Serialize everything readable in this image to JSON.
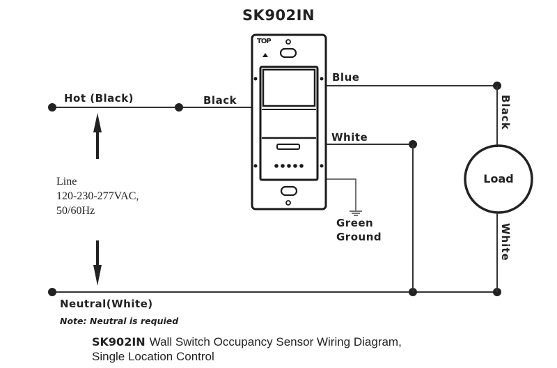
{
  "title": "SK902IN",
  "device": {
    "top_marker": "TOP",
    "led_count": 5
  },
  "wires": {
    "hot_label": "Hot (Black)",
    "black_label": "Black",
    "blue_label": "Blue",
    "white_label": "White",
    "load_black_label": "Black",
    "load_white_label": "White",
    "neutral_label": "Neutral(White)",
    "ground_line1": "Green",
    "ground_line2": "Ground"
  },
  "line_supply": {
    "line1": "Line",
    "line2": "120-230-277VAC,",
    "line3": "50/60Hz"
  },
  "load_label": "Load",
  "note": "Note: Neutral  is requied",
  "caption": {
    "model": "SK902IN",
    "line1": "Wall Switch Occupancy Sensor Wiring Diagram,",
    "line2": "Single Location Control"
  }
}
